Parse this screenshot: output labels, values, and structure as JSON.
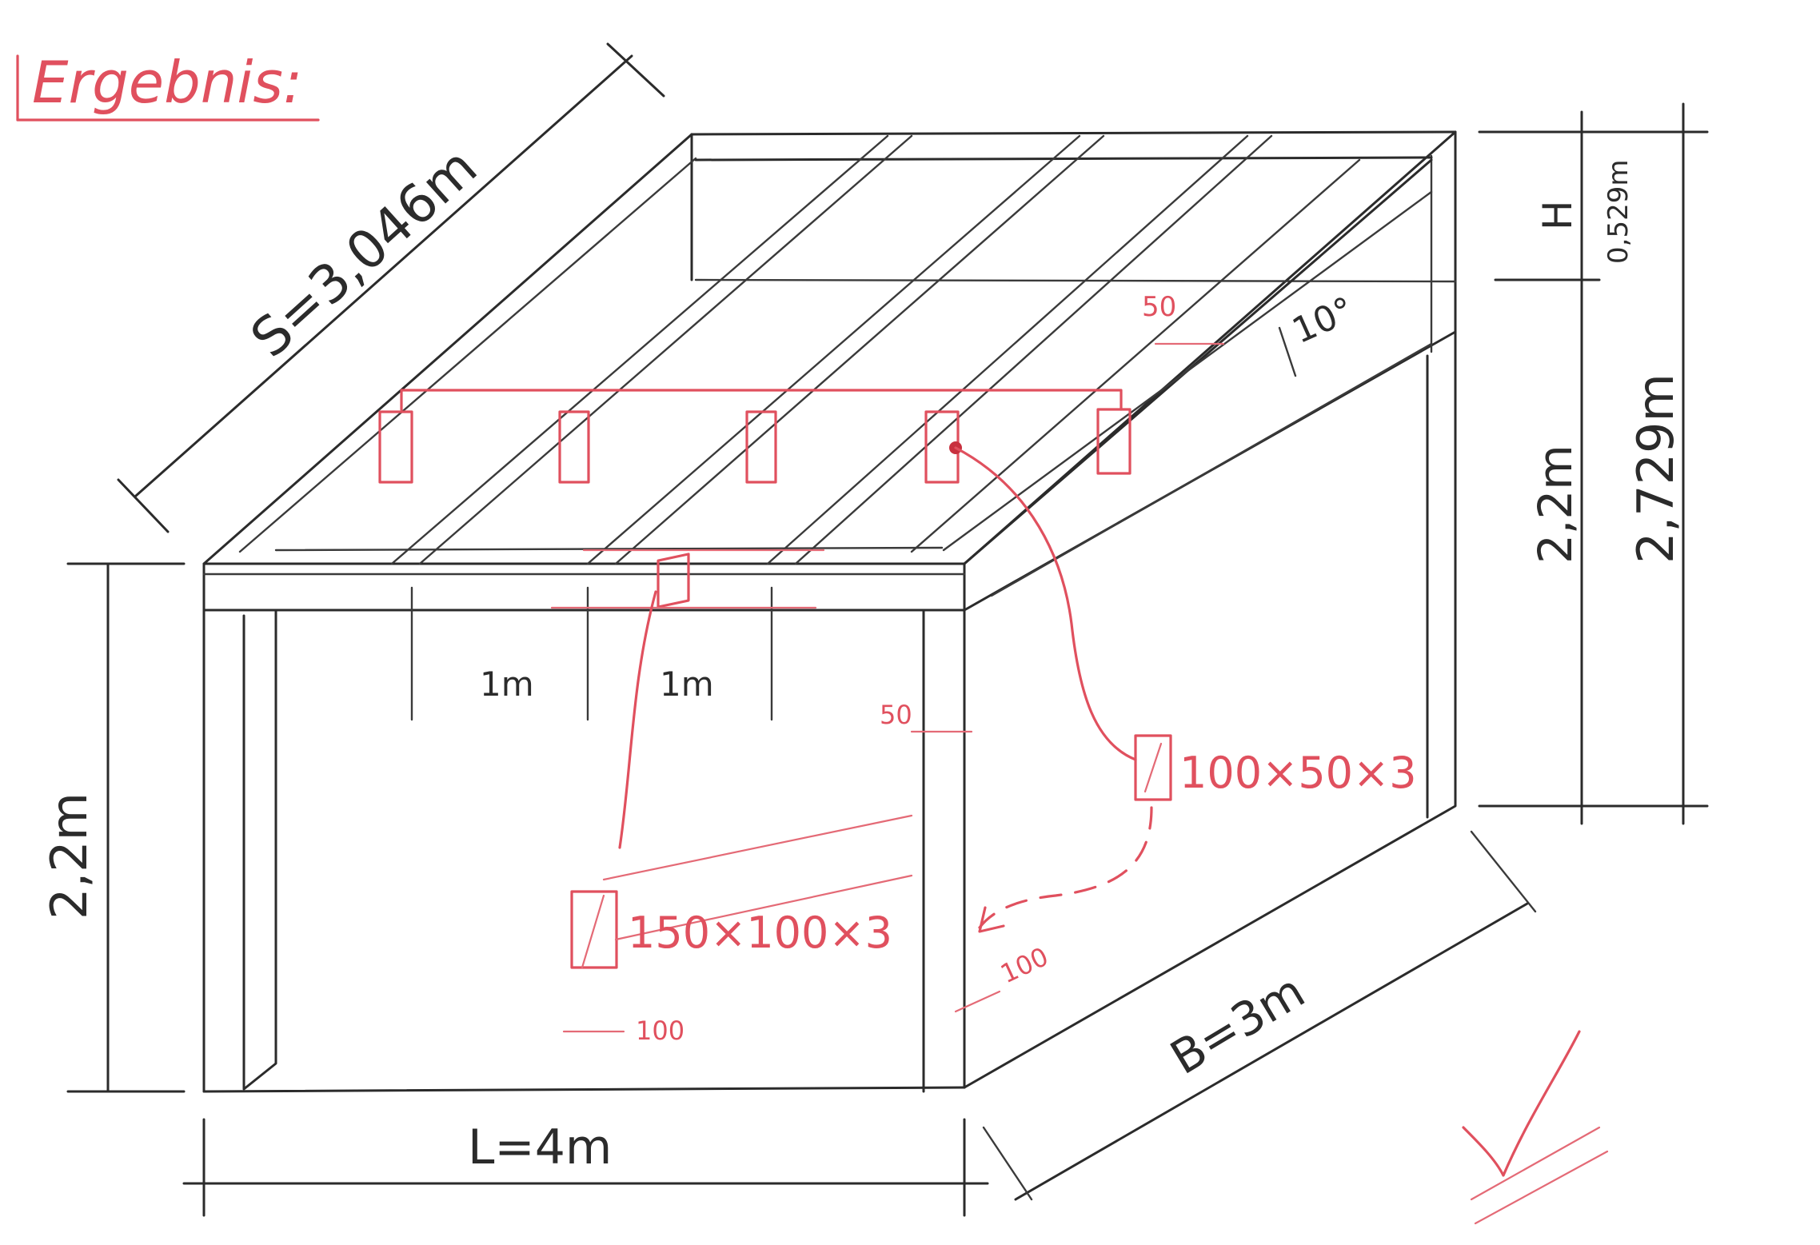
{
  "title": "Ergebnis:",
  "dimensions": {
    "rafter_length": "S=3,046m",
    "length": "L=4m",
    "width": "B=3m",
    "front_height": "2,2m",
    "back_height_total": "2,729m",
    "back_height_post": "2,2m",
    "height_difference_symbol": "H",
    "height_difference": "0,529m",
    "slope_angle": "10°",
    "rafter_spacing_1": "1m",
    "rafter_spacing_2": "1m"
  },
  "profiles": {
    "rafter_profile": "100×50×3",
    "beam_profile": "150×100×3",
    "rafter_width_mark": "50",
    "post_width_mark": "50",
    "post_depth_mark": "100",
    "beam_width_mark": "100"
  },
  "colors": {
    "pencil": "#2b2b2b",
    "red_pen": "#e0505e"
  },
  "icons": {
    "checkmark": "checkmark-icon"
  }
}
